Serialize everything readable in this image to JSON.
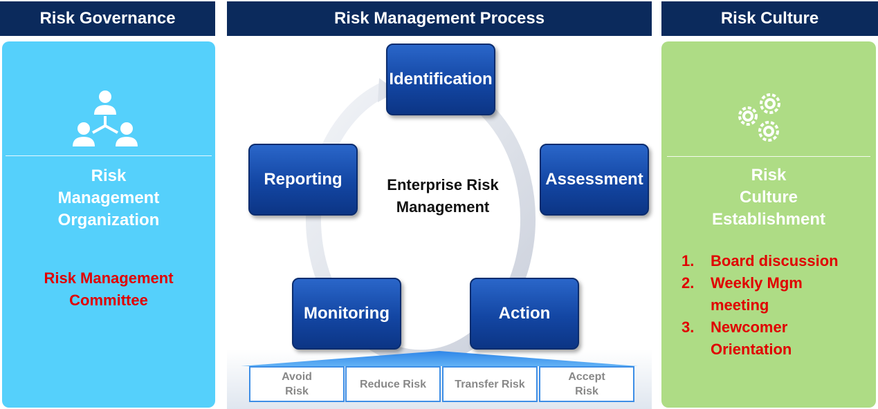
{
  "headers": {
    "governance": "Risk Governance",
    "process": "Risk Management Process",
    "culture": "Risk Culture"
  },
  "governance": {
    "icon": "organization-icon",
    "title_lines": [
      "Risk",
      "Management",
      "Organization"
    ],
    "committee_lines": [
      "Risk Management",
      "Committee"
    ],
    "color": "#55d0fb"
  },
  "process": {
    "center_lines": [
      "Enterprise Risk",
      "Management"
    ],
    "steps": {
      "identification": "Identification",
      "assessment": "Assessment",
      "action": "Action",
      "monitoring": "Monitoring",
      "reporting": "Reporting"
    },
    "options": [
      {
        "lines": [
          "Avoid",
          "Risk"
        ]
      },
      {
        "lines": [
          "Reduce Risk"
        ]
      },
      {
        "lines": [
          "Transfer Risk"
        ]
      },
      {
        "lines": [
          "Accept",
          "Risk"
        ]
      }
    ]
  },
  "culture": {
    "icon": "gears-icon",
    "title_lines": [
      "Risk",
      "Culture",
      "Establishment"
    ],
    "items": [
      {
        "num": "1.",
        "lines": [
          "Board discussion"
        ]
      },
      {
        "num": "2.",
        "lines": [
          "Weekly Mgm",
          "meeting"
        ]
      },
      {
        "num": "3.",
        "lines": [
          "Newcomer",
          "Orientation"
        ]
      }
    ],
    "color": "#aedc85"
  }
}
